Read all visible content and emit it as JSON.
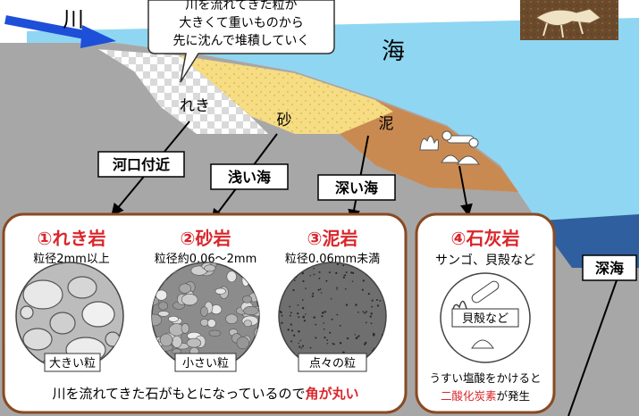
{
  "top": {
    "river_label": "川",
    "sea_label": "海",
    "deep_sea_label": "深海",
    "callout_lines": [
      "川を流れてきた粒が",
      "大きくて重いものから",
      "先に沈んで堆積していく"
    ]
  },
  "sediments": {
    "gravel": "れき",
    "sand": "砂",
    "mud": "泥"
  },
  "locations": {
    "estuary": "河口付近",
    "shallow": "浅い海",
    "deep": "深い海"
  },
  "rocks": [
    {
      "number": "①",
      "name": "れき岩",
      "size": "粒径2mm以上",
      "tag": "大きい粒"
    },
    {
      "number": "②",
      "name": "砂岩",
      "size": "粒径約0.06〜2mm",
      "tag": "小さい粒"
    },
    {
      "number": "③",
      "name": "泥岩",
      "size": "粒径0.06mm未満",
      "tag": "点々の粒"
    }
  ],
  "footer": {
    "prefix": "川を流れてきた石がもとになっているので",
    "highlight": "角が丸い"
  },
  "limestone": {
    "number": "④",
    "name": "石灰岩",
    "desc": "サンゴ、貝殻など",
    "tag": "貝殻など",
    "note_line1": "うすい塩酸をかけると",
    "note_red": "二酸化炭素",
    "note_suffix": "が発生"
  },
  "colors": {
    "sea": "#8fd6f2",
    "deep_sea": "#2f5f9e",
    "rock": "#a7a7a7",
    "sand": "#f6dc83",
    "mud": "#c98a52",
    "panel_border": "#8a4a22",
    "accent_red": "#d9262b"
  }
}
